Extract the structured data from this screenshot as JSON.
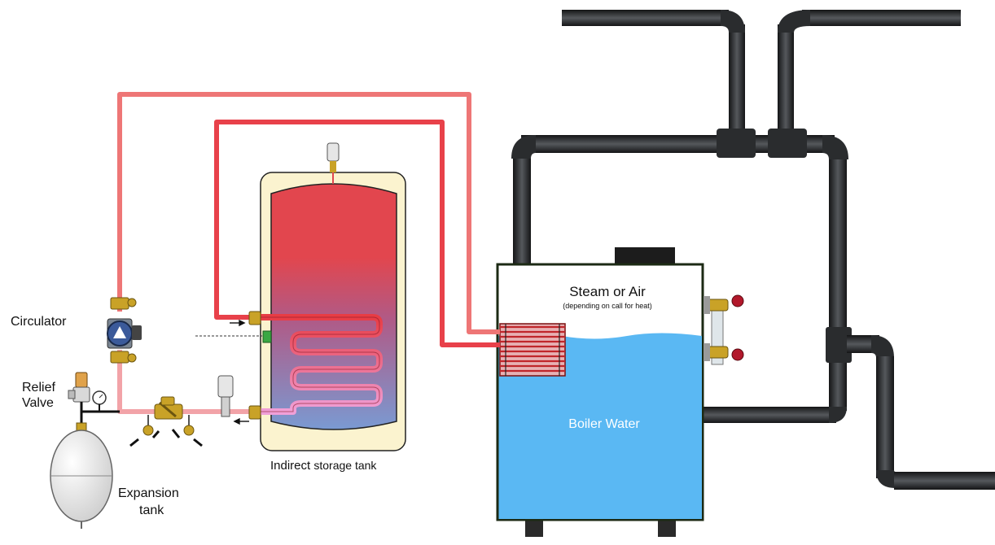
{
  "labels": {
    "circulator": "Circulator",
    "relief_line1": "Relief",
    "relief_line2": "Valve",
    "expansion_line1": "Expansion",
    "expansion_line2": "tank",
    "indirect_main": "Indirect",
    "indirect_sub": "storage tank",
    "steam": "Steam or Air",
    "steam_note": "(depending on call for heat)",
    "boiler_water": "Boiler Water"
  },
  "colors": {
    "supply_pipe": "#e8414a",
    "outer_pipe": "#ee7676",
    "return_pipe": "#f2a3a8",
    "tank_top": "#e2464e",
    "tank_bottom": "#7a9ad2",
    "tank_jacket": "#fbf3cf",
    "boiler_water": "#5ab8f3",
    "coil": "#c0262b",
    "steam_pipe": "#2b2d30",
    "brass": "#c9a227"
  },
  "icons": {
    "circulator": "pump-icon",
    "relief_valve": "relief-valve-icon",
    "pressure_gauge": "pressure-gauge-icon",
    "strainer": "strainer-icon",
    "air_vent": "air-vent-icon",
    "sight_glass": "sight-glass-icon",
    "shutoff_valve": "shutoff-valve-icon"
  }
}
